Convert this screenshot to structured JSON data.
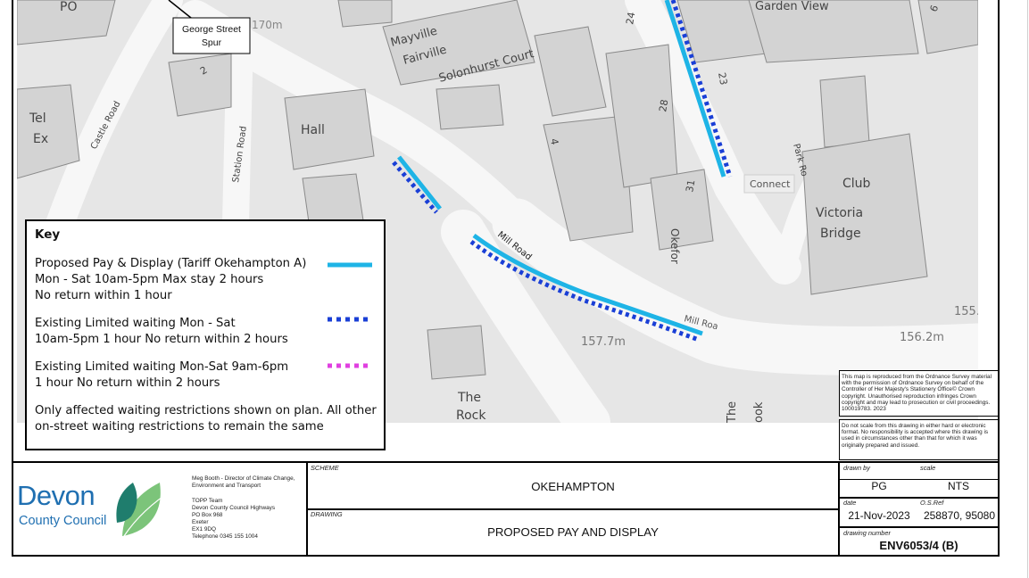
{
  "map": {
    "labels": {
      "po": "PO",
      "tel_ex": [
        "Tel",
        "Ex"
      ],
      "castle_road": "Castle Road",
      "station_road": "Station Road",
      "hall": "Hall",
      "mayville": "Mayville",
      "fairville": "Fairville",
      "solonhurst_court": "Solonhurst Court",
      "num_24": "24",
      "num_28": "28",
      "num_31": "31",
      "num_23": "23",
      "num_2": "2",
      "num_4": "4",
      "num_6": "6",
      "garden_view": "Garden View",
      "park_road": "Park Ro",
      "connect": "Connect",
      "club": "Club",
      "victoria_bridge": [
        "Victoria",
        "Bridge"
      ],
      "mill_road_1": "Mill Road",
      "mill_road_2": "Mill Roa",
      "okefor": "Okefor",
      "spot_157": "157.7m",
      "spot_156": "156.2m",
      "spot_155": "155.",
      "spot_170": "170m",
      "the_rock": [
        "The",
        "Rock"
      ],
      "the_nook": [
        "The",
        "ook"
      ],
      "george_street_spur": [
        "George Street",
        "Spur"
      ]
    },
    "colors": {
      "background": "#e6e6e6",
      "road": "#f7f7f7",
      "building": "#d3d3d3",
      "building_stroke": "#8a8a8a",
      "pay_display": "#1eb4e6",
      "limited_waiting": "#1a3fd6",
      "limited_waiting_alt": "#e040e0"
    }
  },
  "key": {
    "title": "Key",
    "items": [
      {
        "lines": [
          "Proposed Pay & Display (Tariff Okehampton A)",
          "Mon - Sat 10am-5pm Max stay 2 hours",
          "No return within 1 hour"
        ],
        "symbol": "solid-cyan-line"
      },
      {
        "lines": [
          "Existing Limited waiting Mon - Sat",
          "10am-5pm  1 hour No return within 2 hours"
        ],
        "symbol": "dotted-blue-line"
      },
      {
        "lines": [
          "Existing Limited waiting Mon-Sat 9am-6pm",
          "1 hour No return within 2 hours"
        ],
        "symbol": "dotted-magenta-line"
      },
      {
        "lines": [
          "Only affected waiting restrictions shown on plan. All other",
          "on-street waiting restrictions to remain the same"
        ],
        "symbol": ""
      }
    ]
  },
  "legal": {
    "copyright": "This map is reproduced from the Ordnance Survey material with the permission of Ordnance Survey on behalf of the Controller of Her Majesty's Stationery Office© Crown copyright. Unauthorised reproduction infringes Crown copyright and may lead to prosecution or civil proceedings. 100019783. 2023",
    "disclaimer": "Do not scale from this drawing in either hard or electronic format. No responsibility is accepted where this drawing is used in circumstances other than that for which it was originally prepared and issued."
  },
  "title_block": {
    "logo_devon": "Devon",
    "logo_county": "County Council",
    "author": [
      "Meg Booth - Director of Climate Change,",
      "Environment and Transport"
    ],
    "address": [
      "TOPP Team",
      "Devon County Council Highways",
      "PO Box 968",
      "Exeter",
      "EX1 9DQ",
      "Telephone  0345 155 1004"
    ],
    "scheme_label": "SCHEME",
    "scheme": "OKEHAMPTON",
    "drawing_label": "DRAWING",
    "drawing": "PROPOSED PAY AND DISPLAY",
    "drawn_by_label": "drawn by",
    "drawn_by": "PG",
    "scale_label": "scale",
    "scale": "NTS",
    "date_label": "date",
    "date": "21-Nov-2023",
    "os_ref_label": "O.S.Ref",
    "os_ref": "258870, 95080",
    "drawing_number_label": "drawing number",
    "drawing_number": "ENV6053/4 (B)"
  }
}
